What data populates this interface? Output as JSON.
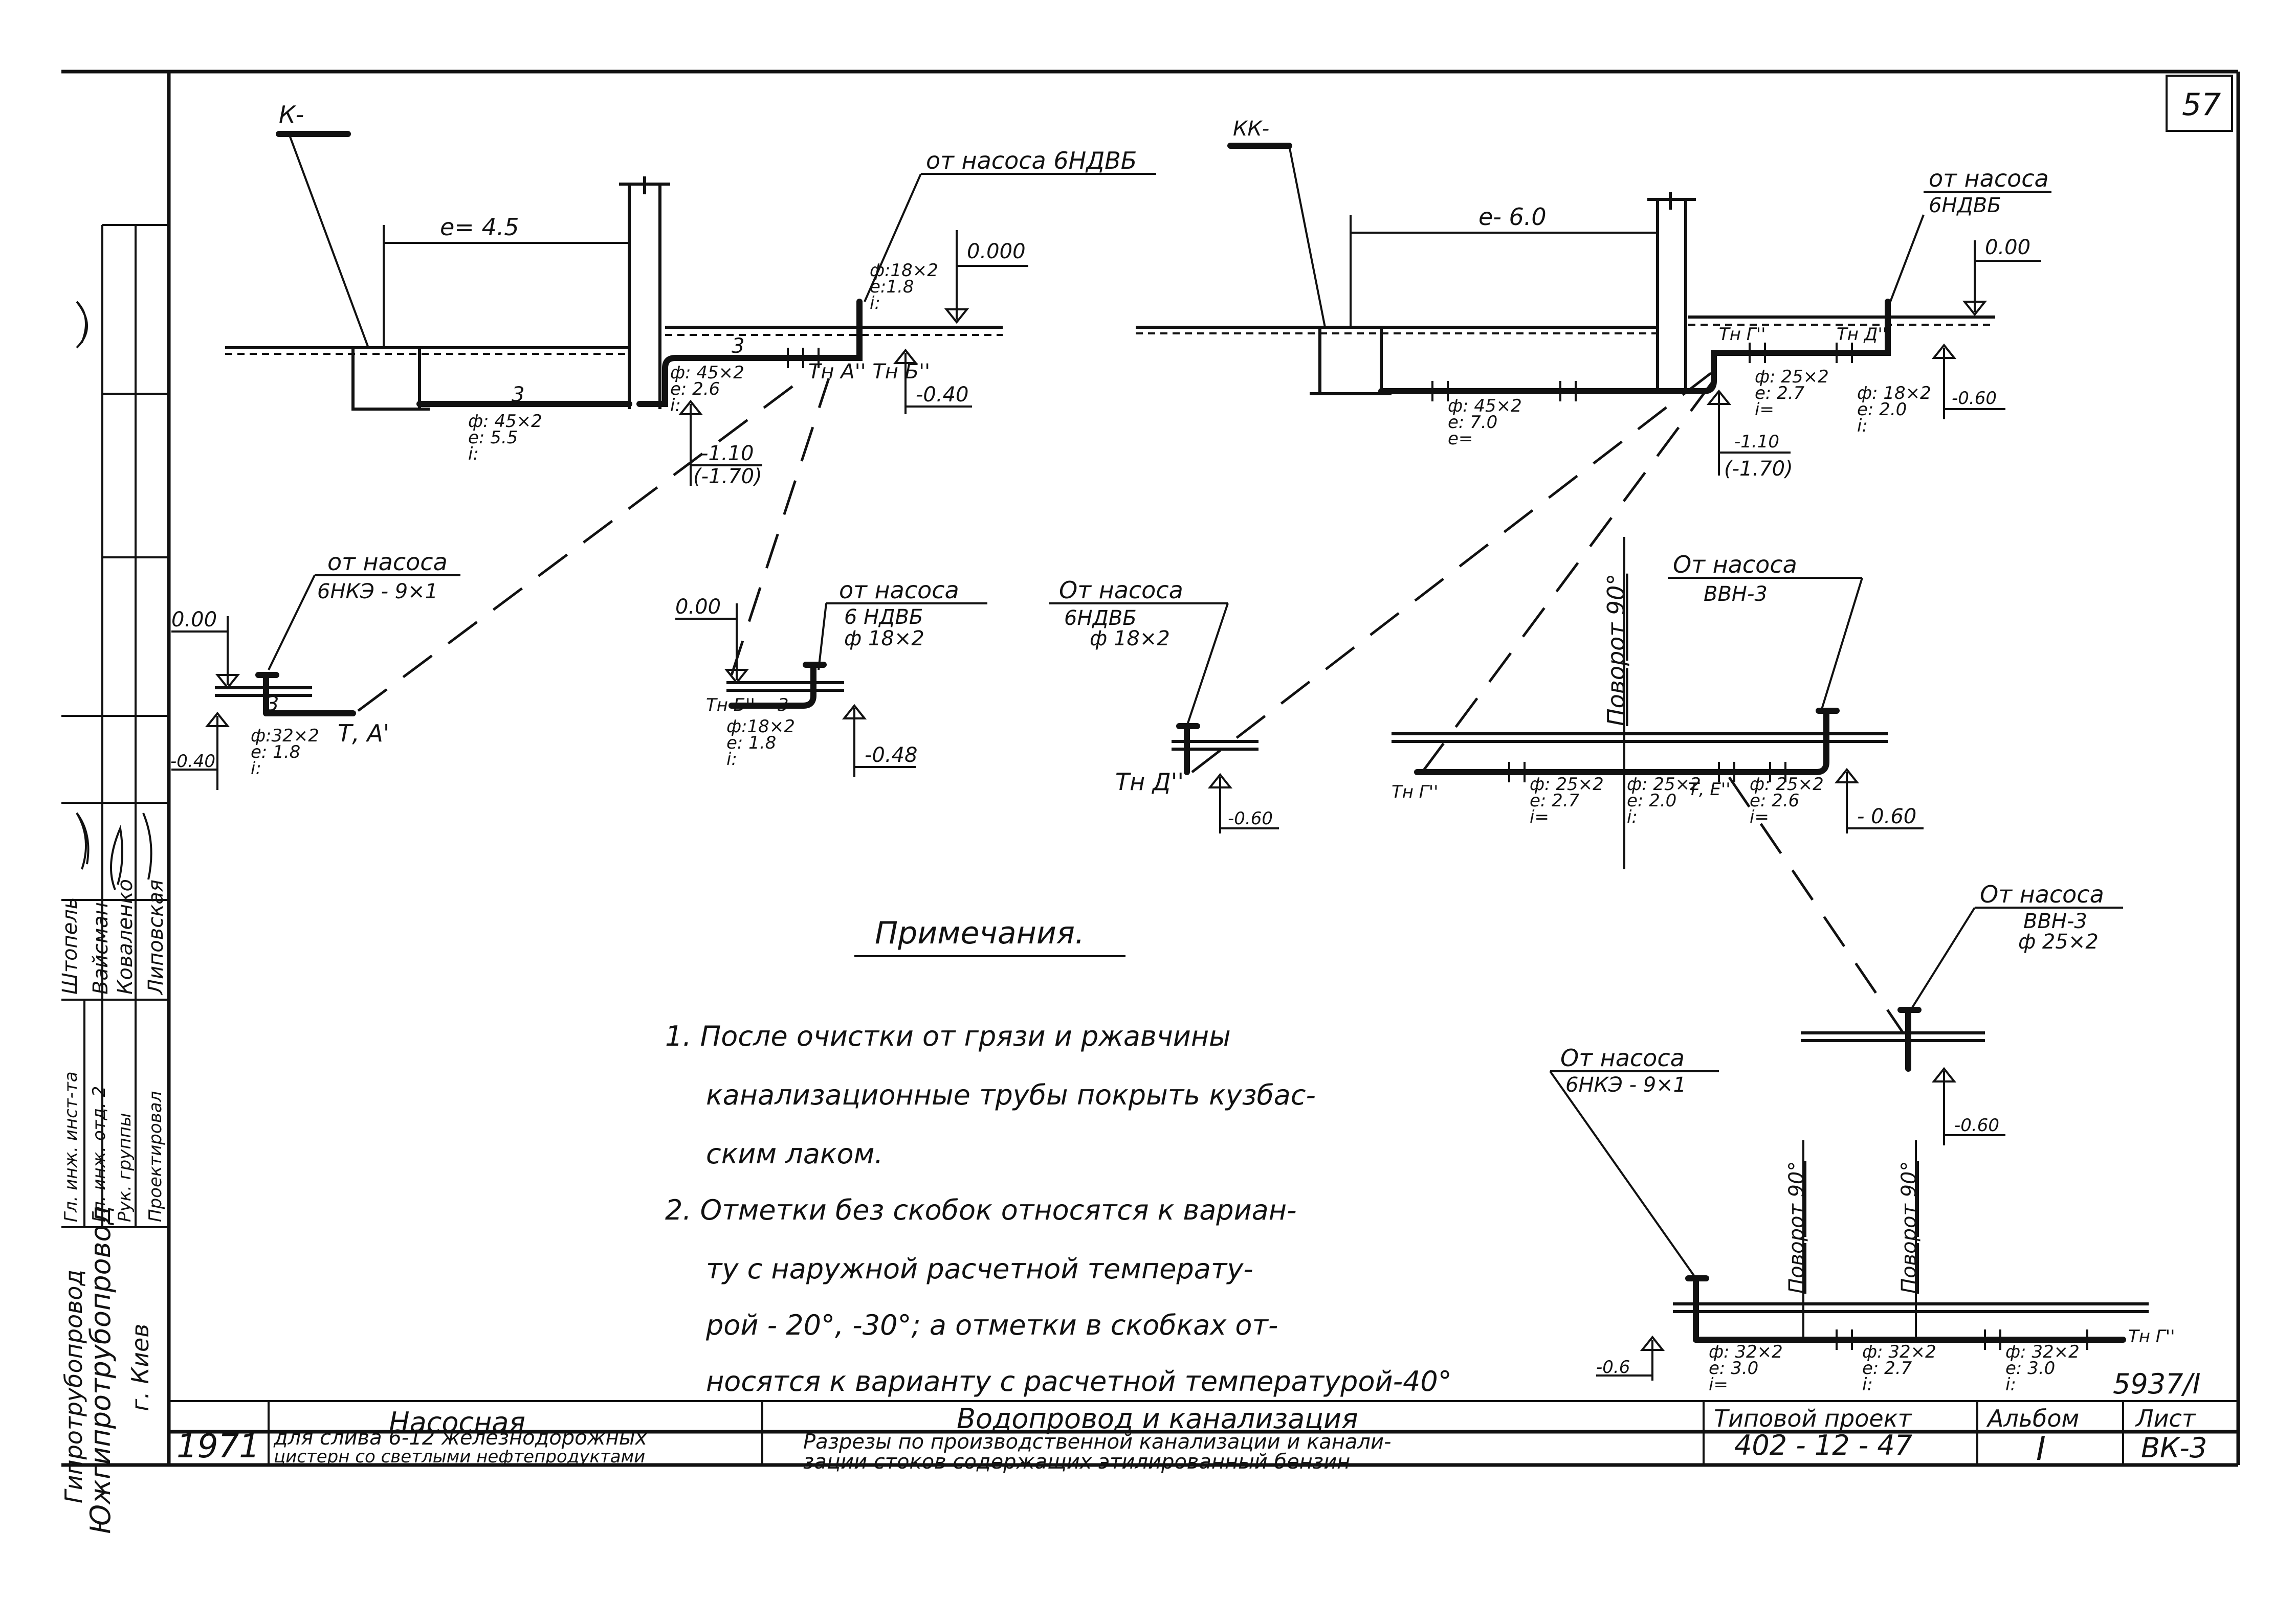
{
  "sheet_number": "57",
  "drawing_id": "5937/I",
  "notes": {
    "title": "Примечания.",
    "lines": [
      "1. После очистки от грязи и ржавчины",
      "канализационные трубы покрыть кузбас-",
      "ским лаком.",
      "2. Отметки без скобок относятся к вариан-",
      "ту с наружной расчетной температу-",
      "рой - 20°, -30°; а отметки в скобках от-",
      "носятся к варианту с расчетной температурой-40°"
    ]
  },
  "left_diagram": {
    "label_k": "К-",
    "length_top": "е= 4.5",
    "pump_top": "от насоса 6НДВБ",
    "elev_000": "0.000",
    "spec_top": [
      "ф:18×2",
      "е:1.8",
      "i:"
    ],
    "spec_mid": [
      "ф: 45×2",
      "е: 2.6",
      "i:"
    ],
    "marks_top": "Тн А'' Тн Б''",
    "num3_a": "3",
    "num3_b": "3",
    "elev_040": "-0.40",
    "spec_bot": [
      "ф: 45×2",
      "е: 5.5",
      "i:"
    ],
    "elev_110": "-1.10",
    "elev_170": "(-1.70)",
    "pump_left": [
      "от насоса",
      "6НКЭ - 9×1"
    ],
    "elev_000_left": "0.00",
    "mark_ta": "Т, А'",
    "num3_left": "3",
    "spec_left": [
      "ф:32×2",
      "е: 1.8",
      "i:"
    ],
    "elev_040_left": "-0.40",
    "pump_center": [
      "от насоса",
      "6 НДВБ",
      "ф 18×2"
    ],
    "elev_000_center": "0.00",
    "mark_tb": "Тн Б''",
    "num3_center": "3",
    "spec_center": [
      "ф:18×2",
      "е: 1.8",
      "i:"
    ],
    "elev_048": "-0.48"
  },
  "right_diagram": {
    "label_kk": "КК-",
    "length_top": "е- 6.0",
    "pump_top": [
      "от насоса",
      "6НДВБ"
    ],
    "elev_000": "0.00",
    "mark_tg": "Тн Г''",
    "spec_left": [
      "ф: 45×2",
      "е: 7.0",
      "е="
    ],
    "spec_mid": [
      "ф: 25×2",
      "е: 2.7",
      "i="
    ],
    "mark_td": "Тн Д''",
    "spec_right": [
      "ф: 18×2",
      "е: 2.0",
      "i:"
    ],
    "elev_060": "-0.60",
    "elev_110": "-1.10",
    "elev_170": "(-1.70)"
  },
  "middle_diagram": {
    "pump_left": [
      "От насоса",
      "6НДВБ",
      "ф 18×2"
    ],
    "mark_td": "Тн Д''",
    "elev_060_a": "-0.60",
    "rotate_label": "Поворот 90°",
    "pump_right": [
      "От насоса",
      "ВВН-3"
    ],
    "mark_tg": "Тн Г''",
    "spec_1": [
      "ф: 25×2",
      "е: 2.7",
      "i="
    ],
    "spec_2": [
      "ф: 25×2",
      "е: 2.0",
      "i:"
    ],
    "mark_te": "Т, Е''",
    "spec_3": [
      "ф: 25×2",
      "е: 2.6",
      "i="
    ],
    "elev_060_b": "- 0.60"
  },
  "bottom_right_diagram": {
    "pump_top": [
      "От насоса",
      "ВВН-3",
      "ф 25×2"
    ],
    "elev_060": "-0.60",
    "pump_left": [
      "От насоса",
      "6НКЭ - 9×1"
    ],
    "rotate_1": "Поворот 90°",
    "rotate_2": "Поворот 90°",
    "elev_06": "-0.6",
    "spec_1": [
      "ф: 32×2",
      "е: 3.0",
      "i="
    ],
    "spec_2": [
      "ф: 32×2",
      "е: 2.7",
      "i:"
    ],
    "spec_3": [
      "ф: 32×2",
      "е: 3.0",
      "i:"
    ],
    "mark_tg": "Тн Г''"
  },
  "title_block": {
    "year": "1971",
    "object_title": "Насосная",
    "object_sub_1": "для слива 6-12 железнодорожных",
    "object_sub_2": "цистерн со светлыми нефтепродуктами",
    "main_title": "Водопровод и канализация",
    "main_sub_1": "Разрезы по производственной канализации и канали-",
    "main_sub_2": "зации стоков содержащих этилированный бензин",
    "project_label": "Типовой проект",
    "project_value": "402 - 12 - 47",
    "album_label": "Альбом",
    "album_value": "I",
    "sheet_label": "Лист",
    "sheet_value": "ВК-3"
  },
  "side_stamp": {
    "org_1": "Гипротрубопровод",
    "org_2": "Южгипротрубопровод",
    "org_3": "г. Киев",
    "roles": [
      "Гл. инж. инст-та",
      "Гл. инж. отд. 2",
      "Рук. группы",
      "Проектировал"
    ],
    "names": [
      "Штопель",
      "Вайсман",
      "Коваленко",
      "Липовская"
    ]
  }
}
